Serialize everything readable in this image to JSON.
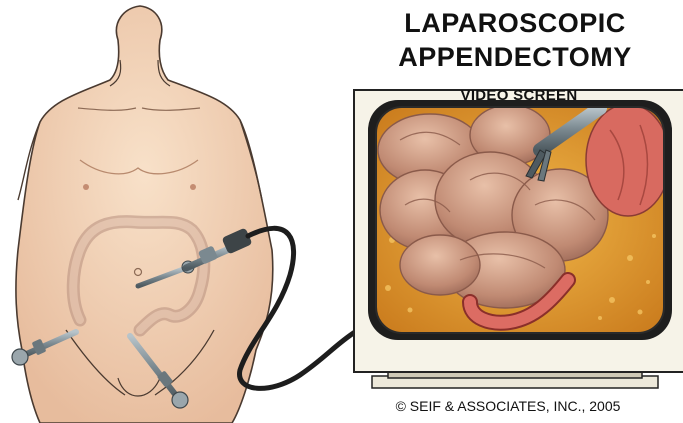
{
  "title": {
    "line1": "LAPAROSCOPIC",
    "line2": "APPENDECTOMY"
  },
  "screen_label": "VIDEO SCREEN",
  "credit": "© SEIF & ASSOCIATES, INC., 2005",
  "colors": {
    "skin": "#f4d5b9",
    "skin_shadow": "#e1b393",
    "outline": "#4a3a30",
    "bowel": "#c58f78",
    "appendix": "#d8675f",
    "fat": "#e9a236",
    "monitor": "#f6f3e8",
    "instrument": "#7d8b93"
  }
}
